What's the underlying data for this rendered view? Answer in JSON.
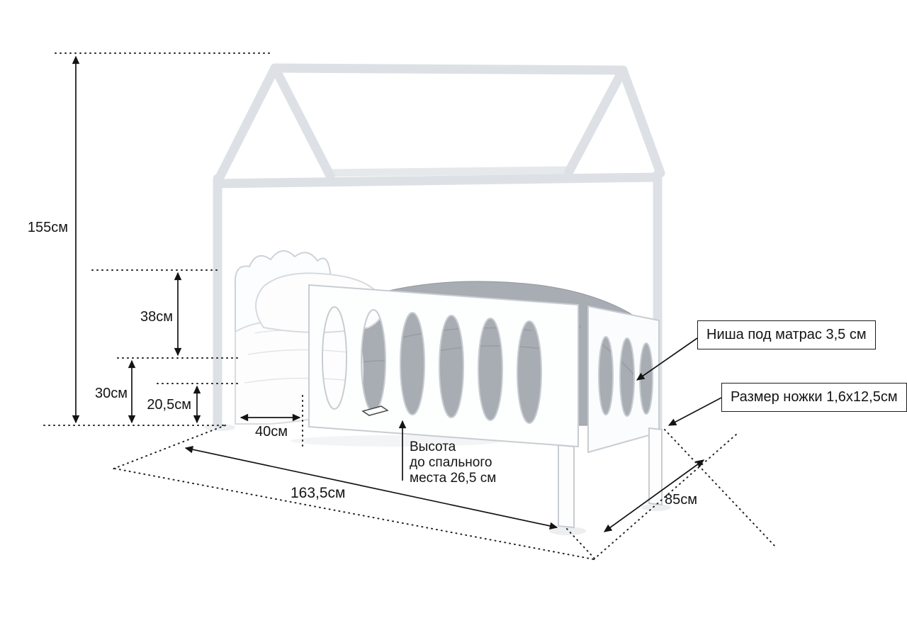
{
  "diagram": {
    "dims": {
      "total_height": "155см",
      "rail_height": "38см",
      "side_height": "30см",
      "rail_bottom_gap": "20,5см",
      "headboard_inset": "40см",
      "length": "163,5см",
      "width": "85см"
    },
    "sleep_note": {
      "line1": "Высота",
      "line2": "до спального",
      "line3": "места 26,5 см"
    },
    "callouts": {
      "mattress": "Ниша под матрас 3,5 см",
      "leg": "Размер ножки 1,6x12,5см"
    },
    "colors": {
      "dimension_line": "#141414",
      "bed_outline": "#c9ced3",
      "bed_beam": "#dde1e6",
      "bedding_gray": "#a8adb3",
      "background": "#ffffff"
    }
  }
}
